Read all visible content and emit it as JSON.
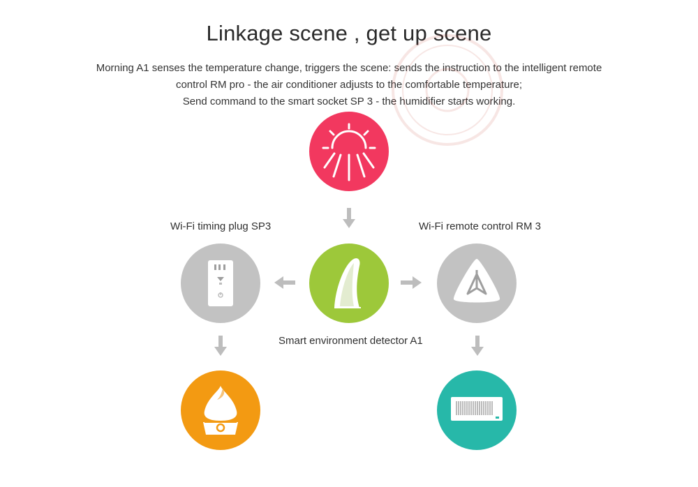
{
  "header": {
    "title": "Linkage scene , get up scene",
    "description_lines": [
      "Morning A1 senses the temperature change, triggers the scene: sends the instruction to the intelligent remote",
      "control RM pro - the air conditioner adjusts to the comfortable temperature;",
      "Send command to the smart socket SP 3 - the humidifier starts working."
    ]
  },
  "diagram": {
    "labels": {
      "sp3": "Wi-Fi timing plug SP3",
      "rm3": "Wi-Fi remote control RM 3",
      "a1": "Smart environment detector A1"
    },
    "colors": {
      "sun": "#f2385f",
      "a1": "#9dc83a",
      "device_gray": "#c2c2c2",
      "humidifier": "#f39a12",
      "air_conditioner": "#27b8a9",
      "arrow": "#bdbdbd"
    },
    "icons": [
      "sun-icon",
      "a1-detector-icon",
      "sp3-plug-icon",
      "rm3-remote-icon",
      "humidifier-icon",
      "air-conditioner-icon"
    ]
  }
}
